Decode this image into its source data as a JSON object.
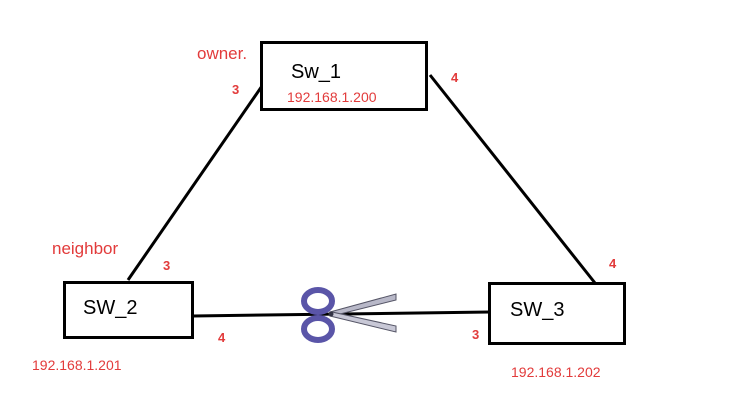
{
  "colors": {
    "label_red": "#e23b3b",
    "line": "#000000",
    "scissors_handle": "#5a55a8"
  },
  "switches": {
    "sw1": {
      "name": "Sw_1",
      "ip": "192.168.1.200",
      "role": "owner."
    },
    "sw2": {
      "name": "SW_2",
      "ip": "192.168.1.201",
      "role": "neighbor"
    },
    "sw3": {
      "name": "SW_3",
      "ip": "192.168.1.202"
    }
  },
  "ports": {
    "sw1_left": "3",
    "sw1_right": "4",
    "sw2_top": "3",
    "sw2_right": "4",
    "sw3_top": "4",
    "sw3_left": "3"
  },
  "icons": {
    "cut": "scissors-icon"
  }
}
